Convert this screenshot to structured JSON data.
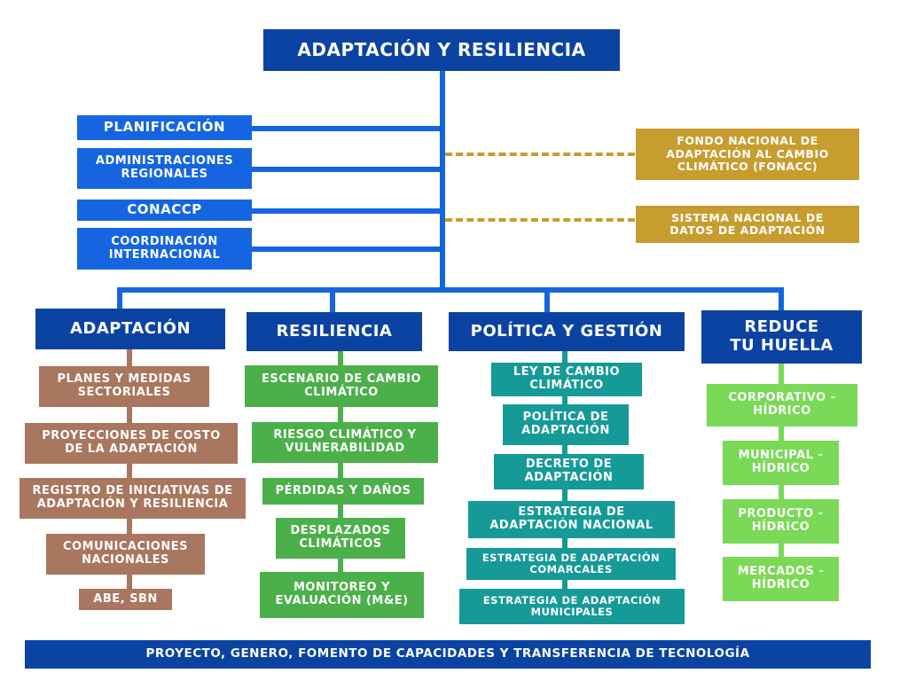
{
  "title": "ADAPTACIÓN Y RESILIENCIA",
  "left_boxes": [
    "PLANIFICACIÓN",
    "ADMINISTRACIONES\nREGIONALES",
    "CONACCP",
    "COORDINACIÓN\nINTERNACIONAL"
  ],
  "right_boxes": [
    "FONDO NACIONAL DE\nADAPTACIÓN AL CAMBIO\nCLIMÁTICO (FONACC)",
    "SISTEMA NACIONAL DE\nDATOS DE ADAPTACIÓN"
  ],
  "columns": [
    {
      "header": "ADAPTACIÓN",
      "items": [
        "PLANES Y MEDIDAS\nSECTORIALES",
        "PROYECCIONES DE COSTO\nDE LA ADAPTACIÓN",
        "REGISTRO DE INICIATIVAS DE\nADAPTACIÓN Y RESILIENCIA",
        "COMUNICACIONES\nNACIONALES",
        "ABE, SBN"
      ]
    },
    {
      "header": "RESILIENCIA",
      "items": [
        "ESCENARIO DE CAMBIO\nCLIMÁTICO",
        "RIESGO CLIMÁTICO Y\nVULNERABILIDAD",
        "PÉRDIDAS Y DAÑOS",
        "DESPLAZADOS\nCLIMÁTICOS",
        "MONITOREO Y\nEVALUACIÓN (M&E)"
      ]
    },
    {
      "header": "POLÍTICA Y GESTIÓN",
      "items": [
        "LEY DE CAMBIO\nCLIMÁTICO",
        "POLÍTICA DE\nADAPTACIÓN",
        "DECRETO DE\nADAPTACIÓN",
        "ESTRATEGIA DE\nADAPTACIÓN NACIONAL",
        "ESTRATEGIA DE ADAPTACIÓN\nCOMARCALES",
        "ESTRATEGIA DE ADAPTACIÓN\nMUNICIPALES"
      ]
    },
    {
      "header": "REDUCE\nTU HUELLA",
      "items": [
        "CORPORATIVO -\nHÍDRICO",
        "MUNICIPAL -\nHÍDRICO",
        "PRODUCTO -\nHÍDRICO",
        "MERCADOS -\nHÍDRICO"
      ]
    }
  ],
  "footer": "PROYECTO, GENERO, FOMENTO DE CAPACIDADES Y TRANSFERENCIA DE TECNOLOGÍA",
  "colors": {
    "navy": "#0b43a3",
    "blue": "#1565e0",
    "gold": "#c79d2f",
    "brown": "#a9765f",
    "green": "#4bb04a",
    "teal": "#159a98",
    "light_green": "#7ad957"
  }
}
